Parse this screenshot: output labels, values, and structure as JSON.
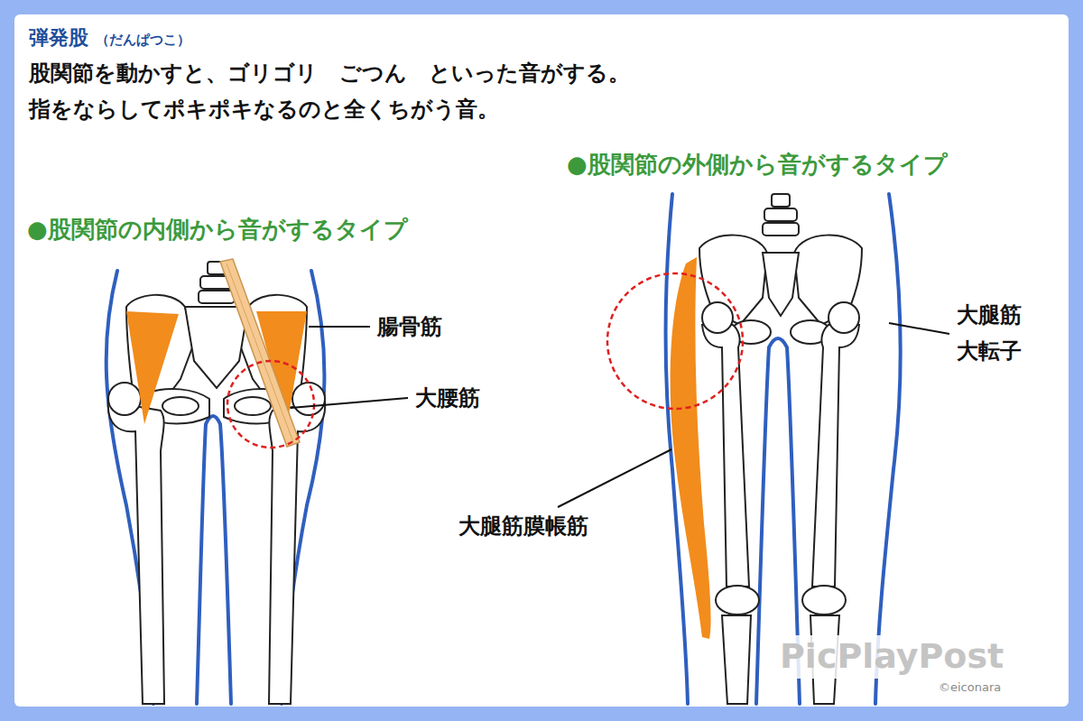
{
  "diagram": {
    "title": "弾発股",
    "labels": [
      "（だんぱつこ）",
      "股関節を動かすと、ゴリゴリ　ごつん　といった音がする。",
      "指をならしてポキポキなるのと全くちがう音。",
      "●股関節の外側から音がするタイプ",
      "●股関節の内側から音がするタイプ",
      "腸骨筋",
      "大腰筋",
      "大腿筋",
      "大転子",
      "大腿筋膜帳筋",
      "©eiconara",
      "PicPlayPost"
    ]
  }
}
